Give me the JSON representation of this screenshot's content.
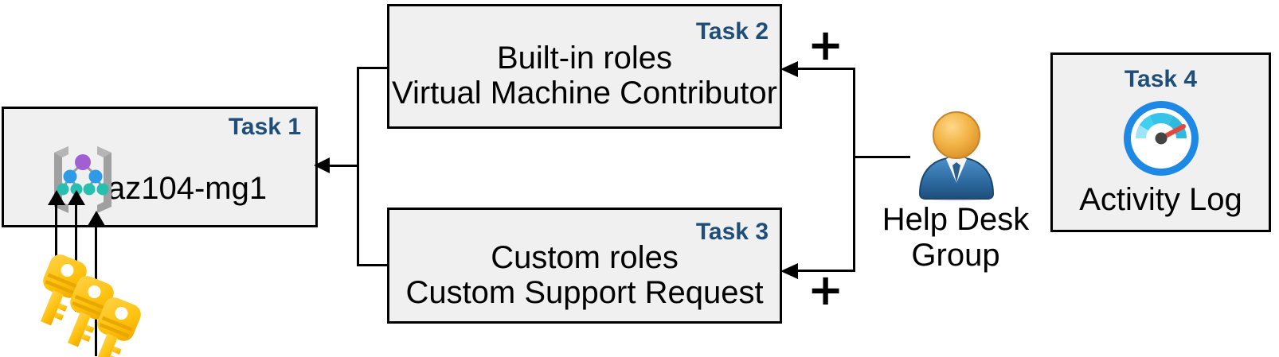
{
  "diagram": {
    "title": "Azure RBAC task diagram",
    "colors": {
      "box_fill": "#F0F0F0",
      "box_border": "#000000",
      "task_label": "#1F4E79",
      "key_gold": "#FFC40C",
      "person_blue": "#2E6DA4",
      "person_gold": "#E8A33D",
      "gauge_blue": "#1E88E5",
      "gauge_needle": "#E8453C",
      "mg_purple": "#A05FD3",
      "mg_blue": "#2E9BE6",
      "mg_teal": "#27BFB0",
      "mg_bracket": "#A0A0A0"
    }
  },
  "boxes": {
    "task1": {
      "label": "Task 1",
      "text": "az104-mg1",
      "icon": "management-group-icon"
    },
    "task2": {
      "label": "Task 2",
      "line1": "Built-in roles",
      "line2": "Virtual Machine Contributor"
    },
    "task3": {
      "label": "Task 3",
      "line1": "Custom roles",
      "line2": "Custom Support Request"
    },
    "task4": {
      "label": "Task 4",
      "text": "Activity Log",
      "icon": "gauge-icon"
    }
  },
  "actor": {
    "name": "help-desk-group",
    "line1": "Help Desk",
    "line2": "Group",
    "icon": "user-group-icon"
  },
  "operators": {
    "plus_top": "+",
    "plus_bottom": "+"
  },
  "keys": {
    "icon": "key-icon",
    "count": 3
  }
}
